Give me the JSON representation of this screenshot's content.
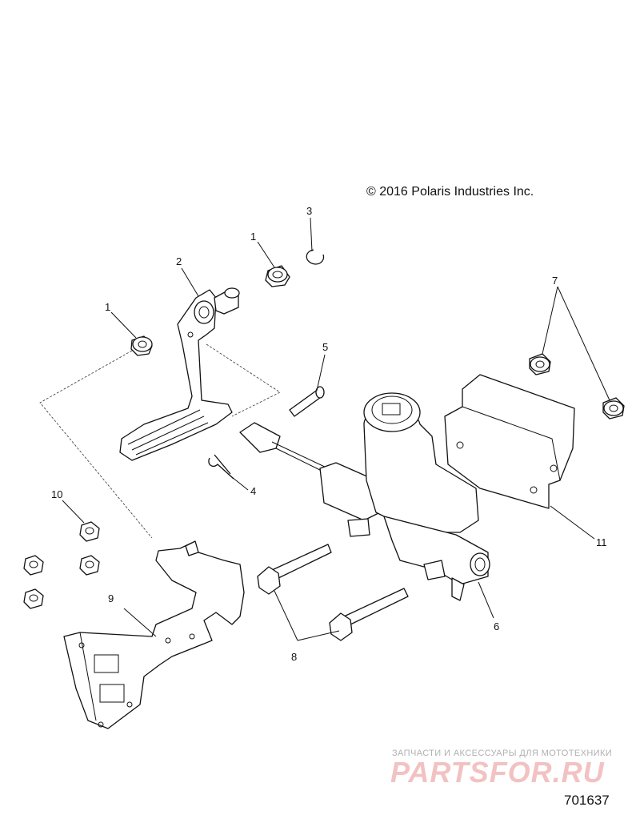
{
  "copyright": "© 2016 Polaris Industries Inc.",
  "diagram_id": "701637",
  "watermark": {
    "tagline": "ЗАПЧАСТИ И АКСЕССУАРЫ ДЛЯ МОТОТЕХНИКИ",
    "logo": "PARTSFOR.RU"
  },
  "callouts": {
    "c1a": "1",
    "c1b": "1",
    "c2": "2",
    "c3": "3",
    "c4": "4",
    "c5": "5",
    "c6": "6",
    "c7": "7",
    "c8": "8",
    "c9": "9",
    "c10": "10",
    "c11": "11"
  }
}
